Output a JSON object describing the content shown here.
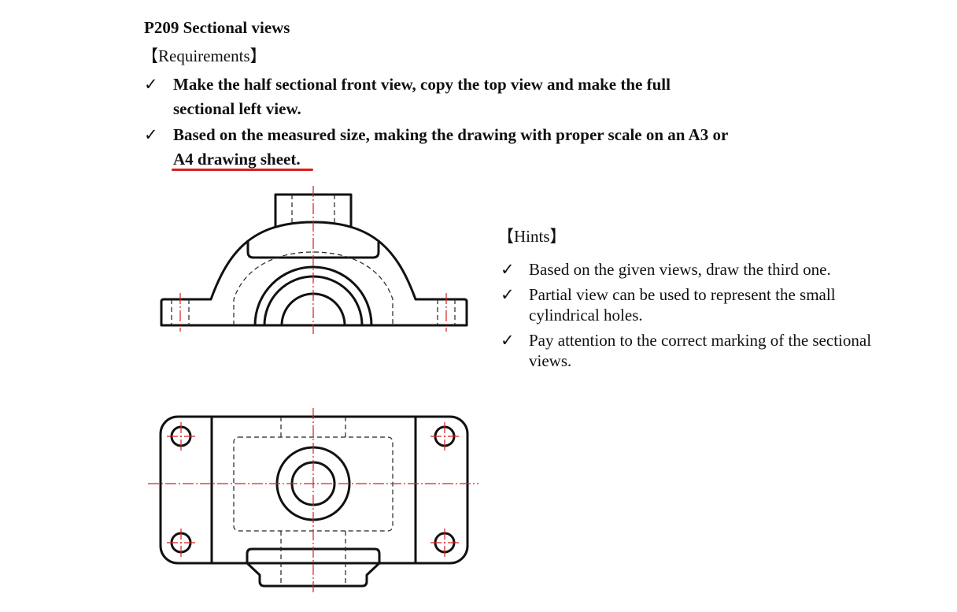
{
  "page": {
    "title": "P209 Sectional views",
    "requirements_heading": "【Requirements】",
    "requirements": [
      {
        "line1": "Make the half sectional front view, copy the top view and make the full",
        "line2": "sectional left view."
      },
      {
        "line1": "Based on the measured size, making the drawing with proper scale on an A3 or",
        "line2": "A4 drawing sheet."
      }
    ],
    "hints_heading": "【Hints】",
    "hints": [
      {
        "line1": "Based on the given views, draw the third one.",
        "line2": ""
      },
      {
        "line1": "Partial view can be used to represent the small",
        "line2": "cylindrical holes."
      },
      {
        "line1": "Pay attention to the correct marking of the sectional",
        "line2": "views."
      }
    ],
    "check_glyph": "✓"
  },
  "colors": {
    "outline": "#111111",
    "centerline": "#d62020",
    "hidden": "#222222",
    "highlight": "#d62020"
  }
}
